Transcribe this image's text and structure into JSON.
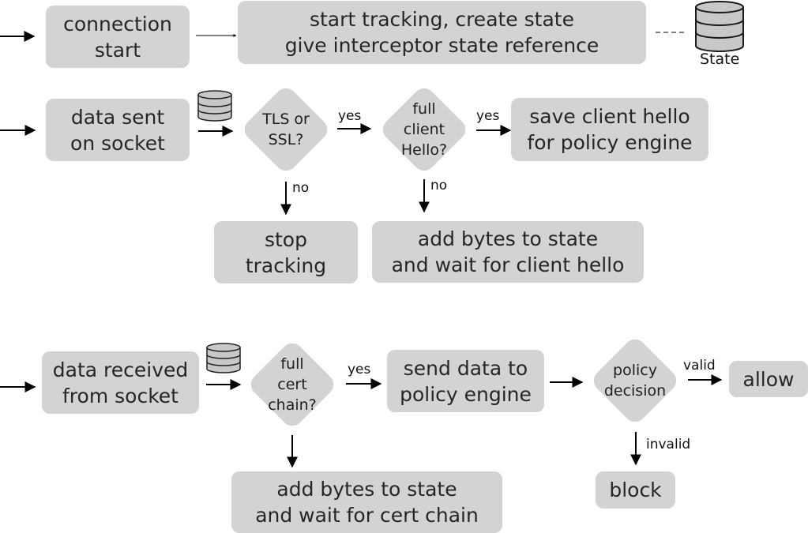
{
  "boxes": {
    "connection_start": "connection\nstart",
    "start_tracking": "start tracking, create state\ngive interceptor state reference",
    "data_sent": "data sent\non socket",
    "save_client_hello": "save client hello\nfor policy engine",
    "stop_tracking": "stop\ntracking",
    "add_bytes_hello": "add bytes to state\nand wait for client hello",
    "data_received": "data received\nfrom socket",
    "send_policy": "send data to\npolicy engine",
    "allow": "allow",
    "add_bytes_cert": "add bytes to state\nand wait for cert chain",
    "block": "block"
  },
  "diamonds": {
    "tls_ssl": "TLS or\nSSL?",
    "full_client_hello": "full\nclient\nHello?",
    "full_cert_chain": "full\ncert\nchain?",
    "policy_decision": "policy\ndecision"
  },
  "labels": {
    "yes_1": "yes",
    "yes_2": "yes",
    "no_1": "no",
    "no_2": "no",
    "yes_3": "yes",
    "valid": "valid",
    "invalid": "invalid"
  },
  "database": {
    "state_label": "State"
  },
  "colors": {
    "box_fill": "#d3d3d3",
    "db_fill": "#c8c8c8",
    "line": "#000000"
  }
}
